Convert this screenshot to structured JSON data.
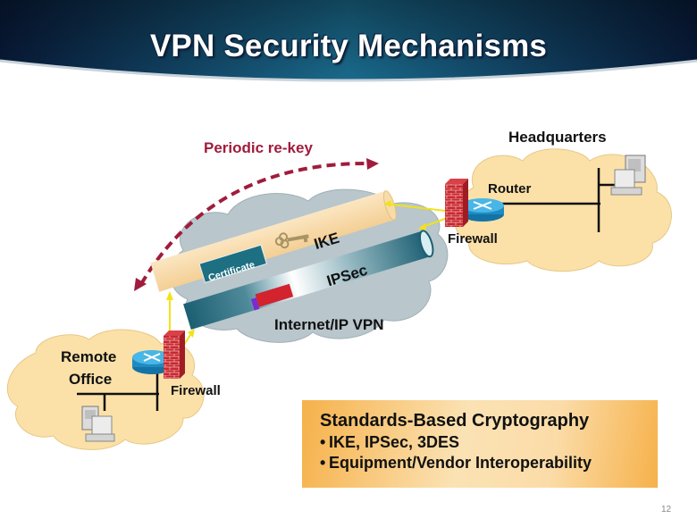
{
  "slide": {
    "title": "VPN Security Mechanisms",
    "page_number": "12"
  },
  "diagram": {
    "rekey_label": "Periodic re-key",
    "internet_label": "Internet/IP VPN",
    "ike_label": "IKE",
    "ipsec_label": "IPSec",
    "certificate_label": "Certificate",
    "headquarters": {
      "title": "Headquarters",
      "router_label": "Router",
      "firewall_label": "Firewall"
    },
    "remote_office": {
      "title_line1": "Remote",
      "title_line2": "Office",
      "firewall_label": "Firewall"
    },
    "colors": {
      "rekey": "#a01c3c",
      "cloud_internet": "#b9c6cc",
      "cloud_site": "#fbe1a8",
      "ike_tunnel": "#f8d8a4",
      "ipsec_tunnel": "#1f6e80",
      "certificate": "#1d6f82",
      "firewall": "#c4272e",
      "router": "#1e90c8",
      "link": "#f2e21a"
    }
  },
  "info_box": {
    "title": "Standards-Based Cryptography",
    "bullets": [
      "IKE, IPSec, 3DES",
      "Equipment/Vendor Interoperability"
    ]
  }
}
